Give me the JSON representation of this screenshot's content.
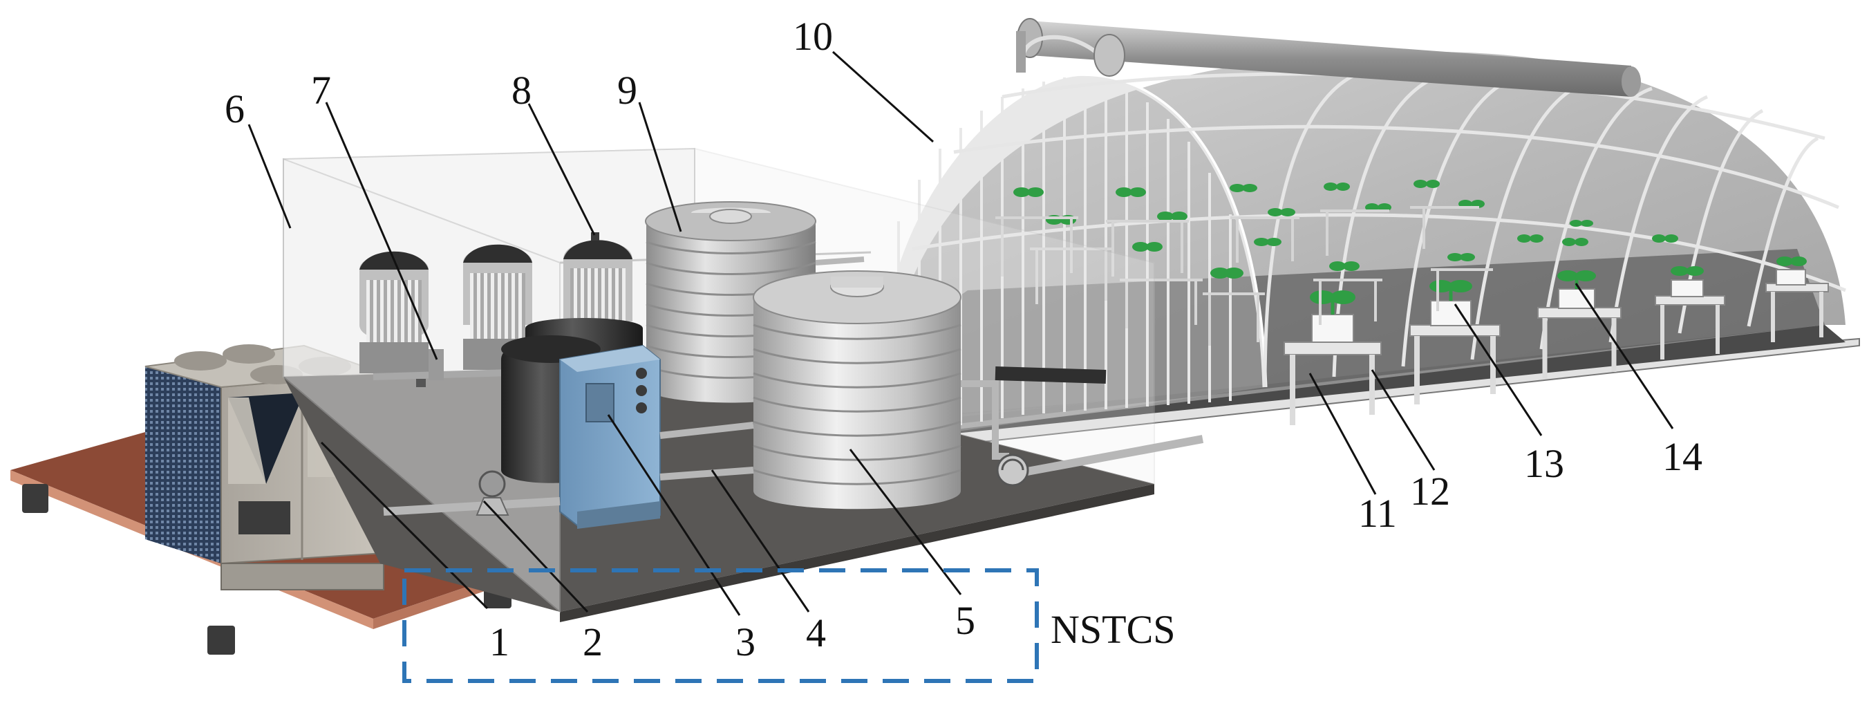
{
  "figure": {
    "system_label": "NSTCS",
    "callouts": [
      "1",
      "2",
      "3",
      "4",
      "5",
      "6",
      "7",
      "8",
      "9",
      "10",
      "11",
      "12",
      "13",
      "14"
    ]
  },
  "colors": {
    "wood_platform": "#a0553f",
    "floor": "#595755",
    "dashed_box": "#2e75b6",
    "plant": "#2f9e44",
    "control_cabinet": "#7ea6c9",
    "greenhouse": "#9a9a9a"
  }
}
